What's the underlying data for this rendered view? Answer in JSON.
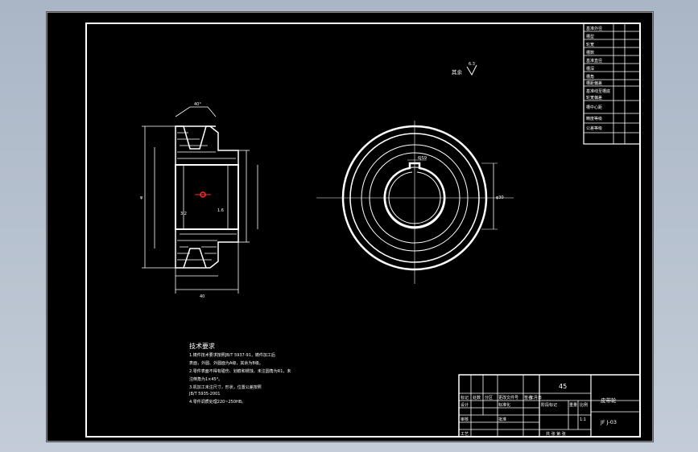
{
  "colors": {
    "background": "#000000",
    "lines": "#ffffff",
    "accent_red": "#ff2a2a",
    "frame_bg": "#b8c2cf"
  },
  "roughness_note": {
    "label": "其余",
    "value": "6.3"
  },
  "tech_requirements": {
    "title": "技术要求",
    "lines": [
      "1.铸件技术要求按照JB/T 5937-91，铸件加工后",
      "表面，外圆、外圆面为A级，其余为B级。",
      "2.零件表面不得有碰伤、划痕和锈蚀，未注圆角为R1，未",
      "注倒角为1×45°。",
      "3.机加工未注尺寸，形状，位置公差按照",
      "JB/T 5935-2001",
      "4.零件调质处理220~250HB。"
    ]
  },
  "title_block": {
    "material": "45",
    "part_name": "皮带轮",
    "drawing_number": "JF J-03",
    "small_labels": [
      "标记",
      "处数",
      "分区",
      "更改文件号",
      "签名",
      "年月日",
      "设计",
      "标准化",
      "阶段标记",
      "重量",
      "比例",
      "审核",
      "工艺",
      "批准",
      "共 张 第 张"
    ],
    "scale": "1:1"
  },
  "parameter_table": {
    "rows": [
      "基准外径",
      "槽型",
      "轮宽",
      "槽数",
      "基准直径",
      "槽深",
      "槽角",
      "槽距偏差",
      "基准线至槽底",
      "轮宽偏差",
      "槽中心距",
      "精度等级",
      "公差等级"
    ]
  },
  "dimensions": {
    "groove_angle": "40°",
    "roughness_left": "3.2",
    "roughness_bore": "1.6",
    "keyway_label": "6JS9",
    "bore_label": "φ30",
    "outer_label": "φ",
    "width_label": "40"
  }
}
